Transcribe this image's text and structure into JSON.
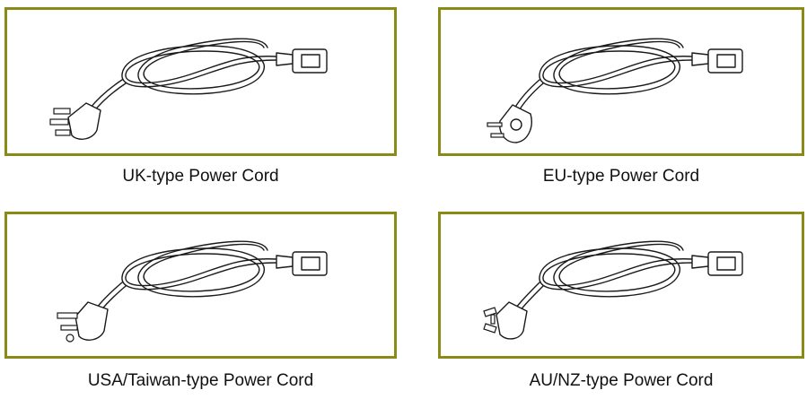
{
  "figures": [
    {
      "caption": "UK-type Power Cord",
      "plug": "uk-plug-icon"
    },
    {
      "caption": "EU-type Power Cord",
      "plug": "eu-plug-icon"
    },
    {
      "caption": "USA/Taiwan-type Power Cord",
      "plug": "usa-plug-icon"
    },
    {
      "caption": "AU/NZ-type Power Cord",
      "plug": "au-plug-icon"
    }
  ],
  "colors": {
    "frame": "#8a8a16",
    "line": "#1a1a1a"
  }
}
